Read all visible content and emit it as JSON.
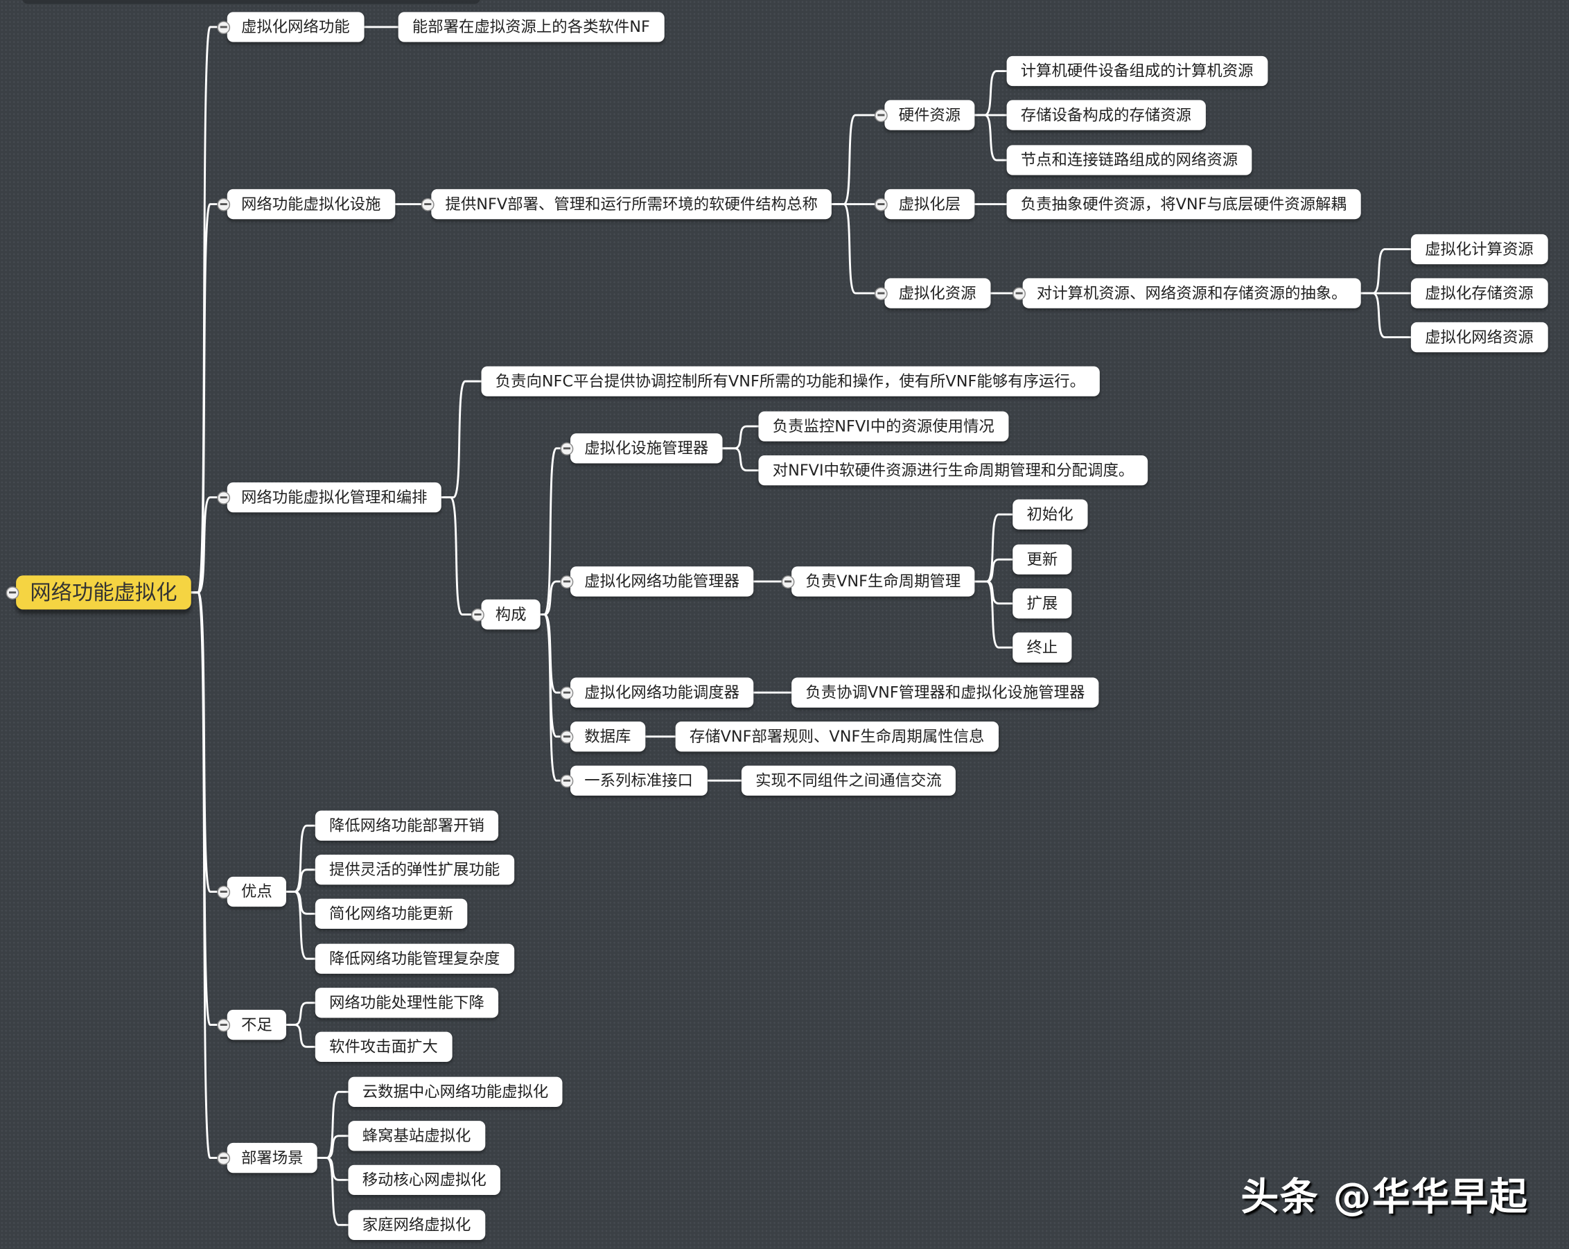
{
  "map": {
    "root": "网络功能虚拟化",
    "b": [
      {
        "label": "虚拟化网络功能",
        "c": [
          {
            "label": "能部署在虚拟资源上的各类软件NF"
          }
        ]
      },
      {
        "label": "网络功能虚拟化设施",
        "c": [
          {
            "label": "提供NFV部署、管理和运行所需环境的软硬件结构总称",
            "c": [
              {
                "label": "硬件资源",
                "c": [
                  {
                    "label": "计算机硬件设备组成的计算机资源"
                  },
                  {
                    "label": "存储设备构成的存储资源"
                  },
                  {
                    "label": "节点和连接链路组成的网络资源"
                  }
                ]
              },
              {
                "label": "虚拟化层",
                "c": [
                  {
                    "label": "负责抽象硬件资源，将VNF与底层硬件资源解耦"
                  }
                ]
              },
              {
                "label": "虚拟化资源",
                "c": [
                  {
                    "label": "对计算机资源、网络资源和存储资源的抽象。",
                    "c": [
                      {
                        "label": "虚拟化计算资源"
                      },
                      {
                        "label": "虚拟化存储资源"
                      },
                      {
                        "label": "虚拟化网络资源"
                      }
                    ]
                  }
                ]
              }
            ]
          }
        ]
      },
      {
        "label": "网络功能虚拟化管理和编排",
        "c": [
          {
            "label": "负责向NFC平台提供协调控制所有VNF所需的功能和操作，使有所VNF能够有序运行。"
          },
          {
            "label": "构成",
            "c": [
              {
                "label": "虚拟化设施管理器",
                "c": [
                  {
                    "label": "负责监控NFVI中的资源使用情况"
                  },
                  {
                    "label": "对NFVI中软硬件资源进行生命周期管理和分配调度。"
                  }
                ]
              },
              {
                "label": "虚拟化网络功能管理器",
                "c": [
                  {
                    "label": "负责VNF生命周期管理",
                    "c": [
                      {
                        "label": "初始化"
                      },
                      {
                        "label": "更新"
                      },
                      {
                        "label": "扩展"
                      },
                      {
                        "label": "终止"
                      }
                    ]
                  }
                ]
              },
              {
                "label": "虚拟化网络功能调度器",
                "c": [
                  {
                    "label": "负责协调VNF管理器和虚拟化设施管理器"
                  }
                ]
              },
              {
                "label": "数据库",
                "c": [
                  {
                    "label": "存储VNF部署规则、VNF生命周期属性信息"
                  }
                ]
              },
              {
                "label": "一系列标准接口",
                "c": [
                  {
                    "label": "实现不同组件之间通信交流"
                  }
                ]
              }
            ]
          }
        ]
      },
      {
        "label": "优点",
        "c": [
          {
            "label": "降低网络功能部署开销"
          },
          {
            "label": "提供灵活的弹性扩展功能"
          },
          {
            "label": "简化网络功能更新"
          },
          {
            "label": "降低网络功能管理复杂度"
          }
        ]
      },
      {
        "label": "不足",
        "c": [
          {
            "label": "网络功能处理性能下降"
          },
          {
            "label": "软件攻击面扩大"
          }
        ]
      },
      {
        "label": "部署场景",
        "c": [
          {
            "label": "云数据中心网络功能虚拟化"
          },
          {
            "label": "蜂窝基站虚拟化"
          },
          {
            "label": "移动核心网虚拟化"
          },
          {
            "label": "家庭网络虚拟化"
          }
        ]
      }
    ]
  },
  "colors": {
    "background": "#3b4045",
    "root": "#f5d442",
    "node": "#ffffff",
    "connector": "#ffffff"
  },
  "watermark": "头条 @华华早起"
}
